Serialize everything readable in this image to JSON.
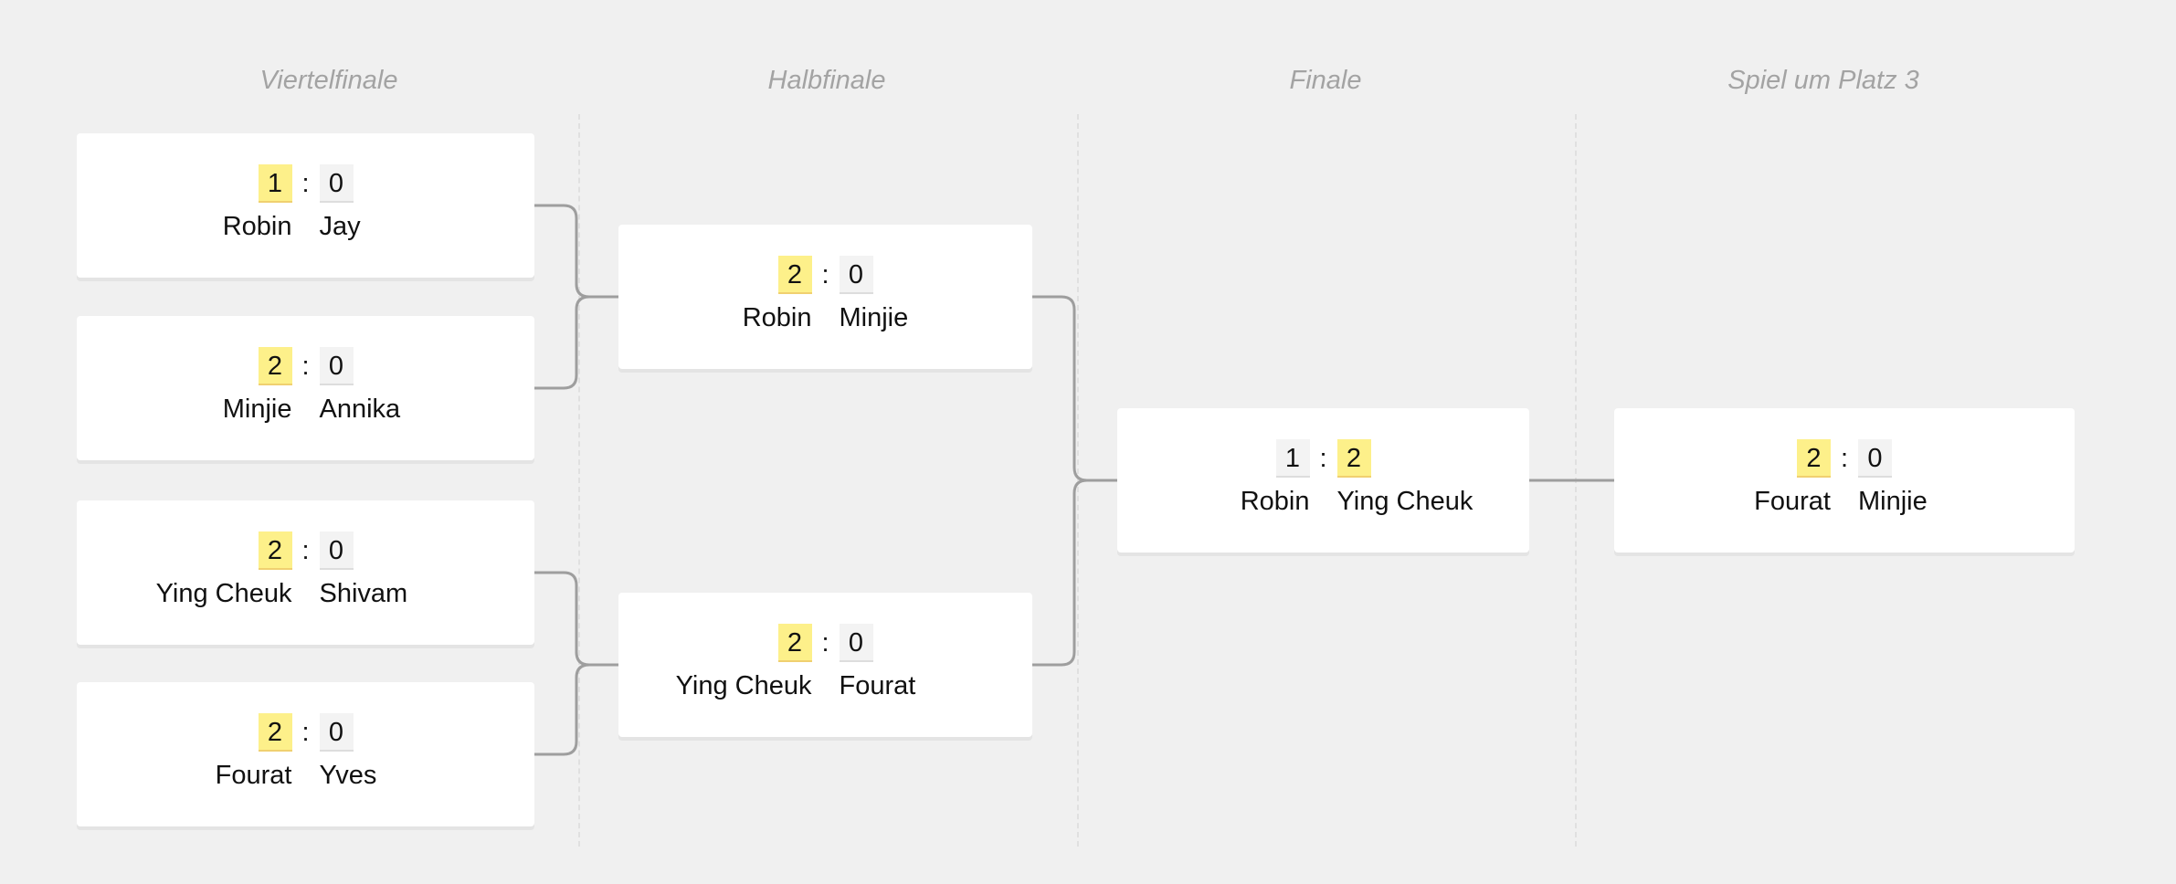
{
  "rounds": [
    "Viertelfinale",
    "Halbfinale",
    "Finale",
    "Spiel um Platz 3"
  ],
  "colors": {
    "winner_highlight": "#fdf08a",
    "connector": "#9e9e9e",
    "background": "#f0f0f0"
  },
  "matches": {
    "qf1": {
      "home": "Robin",
      "away": "Jay",
      "home_score": "1",
      "away_score": "0",
      "colon": ":"
    },
    "qf2": {
      "home": "Minjie",
      "away": "Annika",
      "home_score": "2",
      "away_score": "0",
      "colon": ":"
    },
    "qf3": {
      "home": "Ying Cheuk",
      "away": "Shivam",
      "home_score": "2",
      "away_score": "0",
      "colon": ":"
    },
    "qf4": {
      "home": "Fourat",
      "away": "Yves",
      "home_score": "2",
      "away_score": "0",
      "colon": ":"
    },
    "sf1": {
      "home": "Robin",
      "away": "Minjie",
      "home_score": "2",
      "away_score": "0",
      "colon": ":"
    },
    "sf2": {
      "home": "Ying Cheuk",
      "away": "Fourat",
      "home_score": "2",
      "away_score": "0",
      "colon": ":"
    },
    "final": {
      "home": "Robin",
      "away": "Ying Cheuk",
      "home_score": "1",
      "away_score": "2",
      "colon": ":"
    },
    "third": {
      "home": "Fourat",
      "away": "Minjie",
      "home_score": "2",
      "away_score": "0",
      "colon": ":"
    }
  }
}
